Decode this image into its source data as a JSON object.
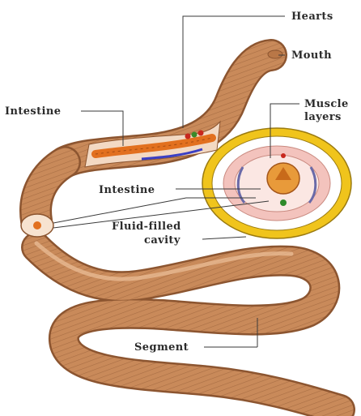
{
  "labels": {
    "hearts": "Hearts",
    "mouth": "Mouth",
    "intestine_body": "Intestine",
    "muscle_layers_line1": "Muscle",
    "muscle_layers_line2": "layers",
    "intestine_section": "Intestine",
    "fluid_cavity_line1": "Fluid-filled",
    "fluid_cavity_line2": "cavity",
    "segment": "Segment"
  },
  "colors": {
    "skin": "#c98a5a",
    "skin_dark": "#8c5530",
    "skin_light": "#e6b489",
    "intestine": "#e2701f",
    "heart_red": "#c8281e",
    "cross_section_ring": "#f0c41c",
    "muscle_pink": "#f3c3bd"
  }
}
